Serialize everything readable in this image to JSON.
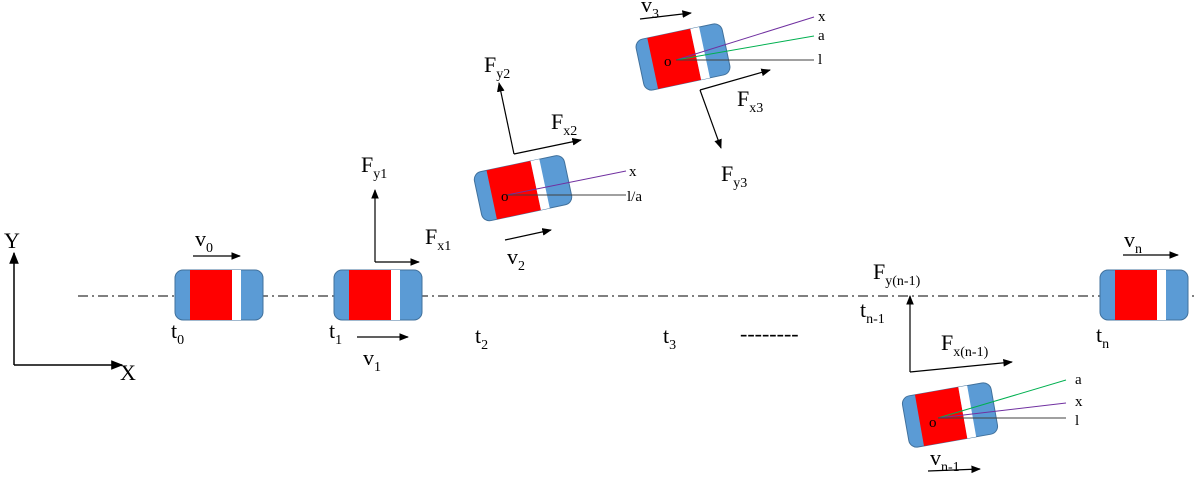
{
  "axes": {
    "x_label": "X",
    "y_label": "Y"
  },
  "times": [
    {
      "main": "t",
      "sub": "0"
    },
    {
      "main": "t",
      "sub": "1"
    },
    {
      "main": "t",
      "sub": "2"
    },
    {
      "main": "t",
      "sub": "3"
    },
    {
      "main": "t",
      "sub": "n-1"
    },
    {
      "main": "t",
      "sub": "n"
    }
  ],
  "velocities": [
    {
      "main": "v",
      "sub": "0"
    },
    {
      "main": "v",
      "sub": "1"
    },
    {
      "main": "v",
      "sub": "2"
    },
    {
      "main": "v",
      "sub": "3"
    },
    {
      "main": "v",
      "sub": "n-1"
    },
    {
      "main": "v",
      "sub": "n"
    }
  ],
  "forces": [
    {
      "main": "F",
      "sub": "y1"
    },
    {
      "main": "F",
      "sub": "x1"
    },
    {
      "main": "F",
      "sub": "y2"
    },
    {
      "main": "F",
      "sub": "x2"
    },
    {
      "main": "F",
      "sub": "x3"
    },
    {
      "main": "F",
      "sub": "y3"
    },
    {
      "main": "F",
      "sub": "y(n-1)"
    },
    {
      "main": "F",
      "sub": "x(n-1)"
    }
  ],
  "vehicle_point_label": "o",
  "line_labels": {
    "x": "x",
    "a": "a",
    "l": "l",
    "la": "l/a"
  },
  "ellipsis": "--------",
  "colors": {
    "body_blue": "#5b9bd5",
    "body_red": "#ff0000",
    "line_x": "#7030a0",
    "line_a": "#00b050",
    "line_l": "#404040"
  }
}
